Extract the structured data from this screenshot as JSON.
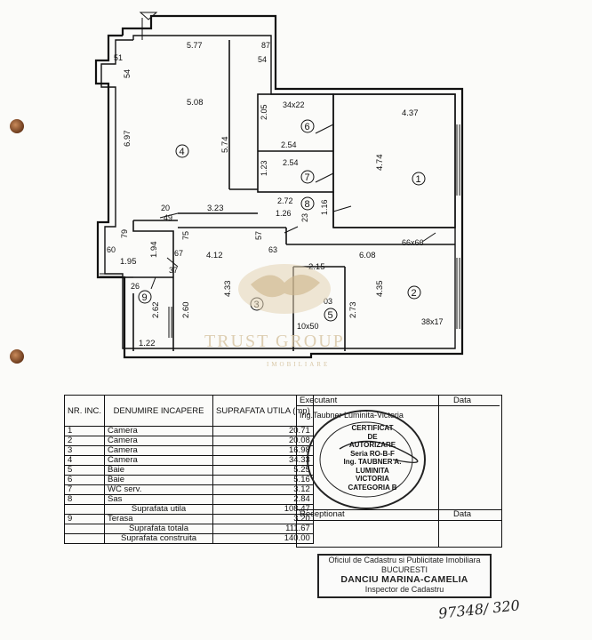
{
  "plan": {
    "dims": {
      "top_5_77": "5.77",
      "d87": "87",
      "d54a": "54",
      "d51": "51",
      "d54b": "54",
      "d5_08": "5.08",
      "d6_97": "6.97",
      "d5_74": "5.74",
      "d2_05": "2.05",
      "d34x22": "34x22",
      "d2_54a": "2.54",
      "d4_37": "4.37",
      "d4_74": "4.74",
      "d1_23": "1.23",
      "d2_54b": "2.54",
      "d2_72": "2.72",
      "d1_16": "1.16",
      "d1_26": "1.26",
      "d20": "20",
      "d49": "49",
      "d3_23": "3.23",
      "d23": "23",
      "d79": "79",
      "d1_94": "1.94",
      "d60": "60",
      "d1_95": "1.95",
      "d67": "67",
      "d75": "75",
      "d57": "57",
      "d4_12": "4.12",
      "d63": "63",
      "d6_08": "6.08",
      "d66x66": "66x66",
      "d37": "37",
      "d26": "26",
      "d2_62": "2.62",
      "d2_60": "2.60",
      "d4_33": "4.33",
      "d2_15": "2.15",
      "d03": "03",
      "d2_73": "2.73",
      "d4_35": "4.35",
      "d10x50": "10x50",
      "d38x17": "38x17",
      "d1_22": "1.22"
    },
    "rooms": {
      "r1": "1",
      "r2": "2",
      "r3": "3",
      "r4": "4",
      "r5": "5",
      "r6": "6",
      "r7": "7",
      "r8": "8",
      "r9": "9"
    },
    "watermark": {
      "main": "TRUST GROUP",
      "sub": "IMOBILIARE"
    }
  },
  "table": {
    "headers": {
      "nr": "NR. INC.",
      "name": "DENUMIRE INCAPERE",
      "area": "SUPRAFATA UTILA (mp)"
    },
    "rows": [
      {
        "nr": "1",
        "name": "Camera",
        "area": "20.71"
      },
      {
        "nr": "2",
        "name": "Camera",
        "area": "20.08"
      },
      {
        "nr": "3",
        "name": "Camera",
        "area": "16.98"
      },
      {
        "nr": "4",
        "name": "Camera",
        "area": "34.33"
      },
      {
        "nr": "5",
        "name": "Baie",
        "area": "5.25"
      },
      {
        "nr": "6",
        "name": "Baie",
        "area": "5.16"
      },
      {
        "nr": "7",
        "name": "WC serv.",
        "area": "3.12"
      },
      {
        "nr": "8",
        "name": "Sas",
        "area": "2.84"
      }
    ],
    "utila_label": "Suprafata utila",
    "utila_value": "108.47",
    "terasa": {
      "nr": "9",
      "name": "Terasa",
      "area": "3.20"
    },
    "totala_label": "Suprafata totala",
    "totala_value": "111.67",
    "construita_label": "Suprafata construita",
    "construita_value": "140.00"
  },
  "exec": {
    "executant_label": "Executant",
    "data_label_1": "Data",
    "executant_name": "Ing.Taubner Luminita-Victoria",
    "receptionat_label": "Receptionat",
    "data_label_2": "Data",
    "seal_lines": [
      "CERTIFICAT",
      "DE",
      "AUTORIZARE",
      "Seria RO-B-F",
      "Ing. TAUBNER A.",
      "LUMINITA",
      "VICTORIA",
      "CATEGORIA B"
    ]
  },
  "stamp": {
    "line1": "Oficiul de Cadastru si Publicitate Imobiliara",
    "line2": "BUCURESTI",
    "name": "DANCIU MARINA-CAMELIA",
    "line4": "Inspector de Cadastru"
  },
  "handwritten": "97348/ 320"
}
